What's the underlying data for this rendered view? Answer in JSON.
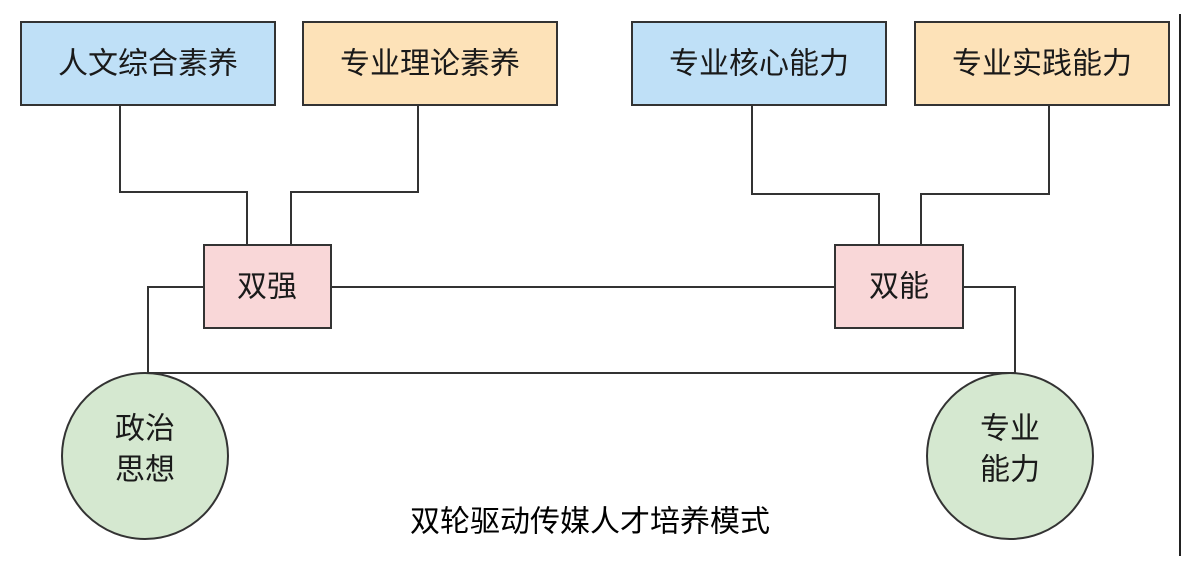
{
  "top_boxes": [
    {
      "label": "人文综合素养",
      "color": "#bfe0f7"
    },
    {
      "label": "专业理论素养",
      "color": "#fde2b8"
    },
    {
      "label": "专业核心能力",
      "color": "#bfe0f7"
    },
    {
      "label": "专业实践能力",
      "color": "#fde2b8"
    }
  ],
  "middle_boxes": [
    {
      "label": "双强",
      "color": "#f9d7d8"
    },
    {
      "label": "双能",
      "color": "#f9d7d8"
    }
  ],
  "circles": [
    {
      "line1": "政治",
      "line2": "思想",
      "color": "#d5e8d0"
    },
    {
      "line1": "专业",
      "line2": "能力",
      "color": "#d5e8d0"
    }
  ],
  "caption": "双轮驱动传媒人才培养模式"
}
